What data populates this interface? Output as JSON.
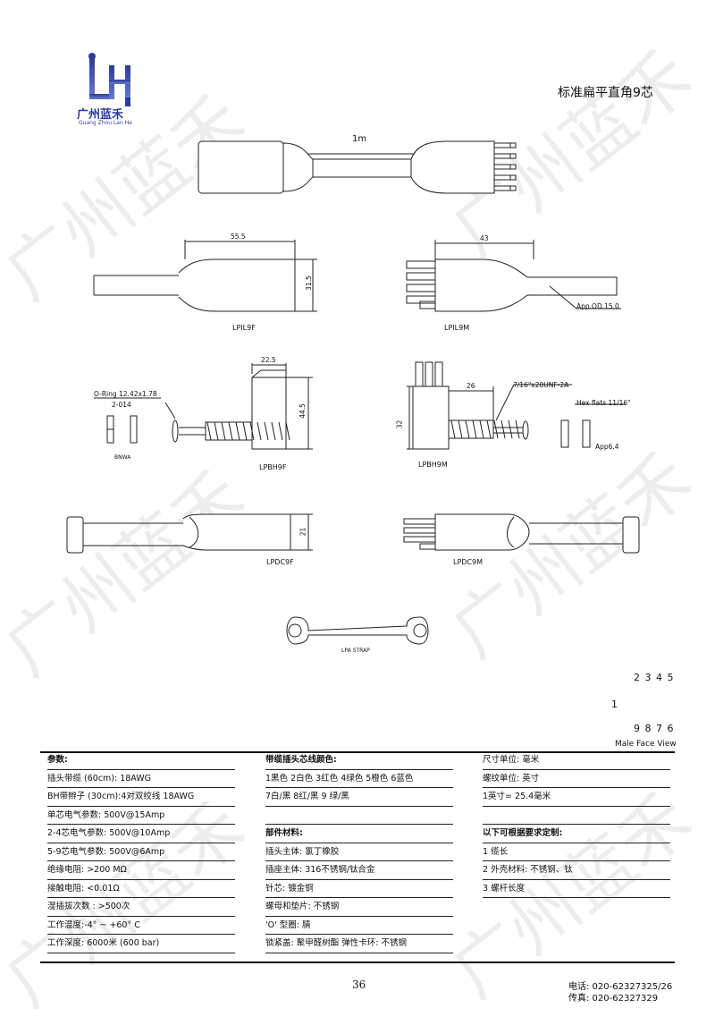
{
  "logo": {
    "en": "Guang Zhou Lan He",
    "cn": "广州蓝禾"
  },
  "watermark": "广州蓝禾",
  "title": "标准扁平直角9芯",
  "drawings": {
    "cable_length": "1m",
    "lpil9f": {
      "name": "LPIL9F",
      "w": "55.5",
      "h": "31.5"
    },
    "lpil9m": {
      "name": "LPIL9M",
      "w": "43",
      "od": "App.OD.15.0"
    },
    "lpbh9f": {
      "name": "LPBH9F",
      "w": "22.5",
      "h": "44.5",
      "oring": "O-Ring 12.42x1.78",
      "oring2": "2-014",
      "bnwa": "BNWA"
    },
    "lpbh9m": {
      "name": "LPBH9M",
      "w": "26",
      "h": "32",
      "thread": "7/16\"x20UNF-2A",
      "hex": "Hex flats 11/16\"",
      "app": "App6.4"
    },
    "lpdc9f": {
      "name": "LPDC9F",
      "h": "21"
    },
    "lpdc9m": {
      "name": "LPDC9M"
    },
    "strap": "LPA STRAP"
  },
  "pinout": {
    "top": "2 3 4 5",
    "left": "1",
    "bottom": "9 8 7 6",
    "caption": "Male Face View"
  },
  "table": {
    "col1": [
      {
        "text": "参数:",
        "head": true
      },
      {
        "text": "插头带缆 (60cm): 18AWG"
      },
      {
        "text": "BH带辫子 (30cm):4对双绞线 18AWG"
      },
      {
        "text": "单芯电气参数: 500V@15Amp"
      },
      {
        "text": "2-4芯电气参数: 500V@10Amp"
      },
      {
        "text": "5-9芯电气参数: 500V@6Amp"
      },
      {
        "text": "绝缘电阻: >200 MΩ"
      },
      {
        "text": "接触电阻: <0.01Ω"
      },
      {
        "text": "湿插拔次数 : >500次"
      },
      {
        "text": "工作温度:-4° ~ +60° C"
      },
      {
        "text": "工作深度: 6000米 (600 bar)"
      }
    ],
    "col2": [
      {
        "text": "带缆插头芯线颜色:",
        "head": true
      },
      {
        "text": "1黑色 2白色 3红色 4绿色 5橙色 6蓝色"
      },
      {
        "text": "7白/黑 8红/黑  9 绿/黑"
      },
      {
        "text": ""
      },
      {
        "text": "部件材料:",
        "head": true
      },
      {
        "text": "插头主体: 氯丁橡胶"
      },
      {
        "text": "插座主体: 316不锈钢/钛合金"
      },
      {
        "text": "针芯: 镀金铜"
      },
      {
        "text": "螺母和垫片: 不锈钢"
      },
      {
        "text": "'O'  型圈: 腈"
      },
      {
        "text": "锁紧盖: 聚甲醛树酯  弹性卡环: 不锈钢"
      }
    ],
    "col3": [
      {
        "text": "尺寸单位: 毫米"
      },
      {
        "text": "螺纹单位: 英寸"
      },
      {
        "text": "1英寸= 25.4毫米"
      },
      {
        "text": ""
      },
      {
        "text": "以下可根据要求定制:",
        "head": true
      },
      {
        "text": "1 缆长"
      },
      {
        "text": "2 外壳材料: 不锈钢、钛"
      },
      {
        "text": "3 螺杆长度"
      }
    ]
  },
  "page_number": "36",
  "contact": {
    "tel": "电话: 020-62327325/26",
    "fax": "传真: 020-62327329"
  }
}
